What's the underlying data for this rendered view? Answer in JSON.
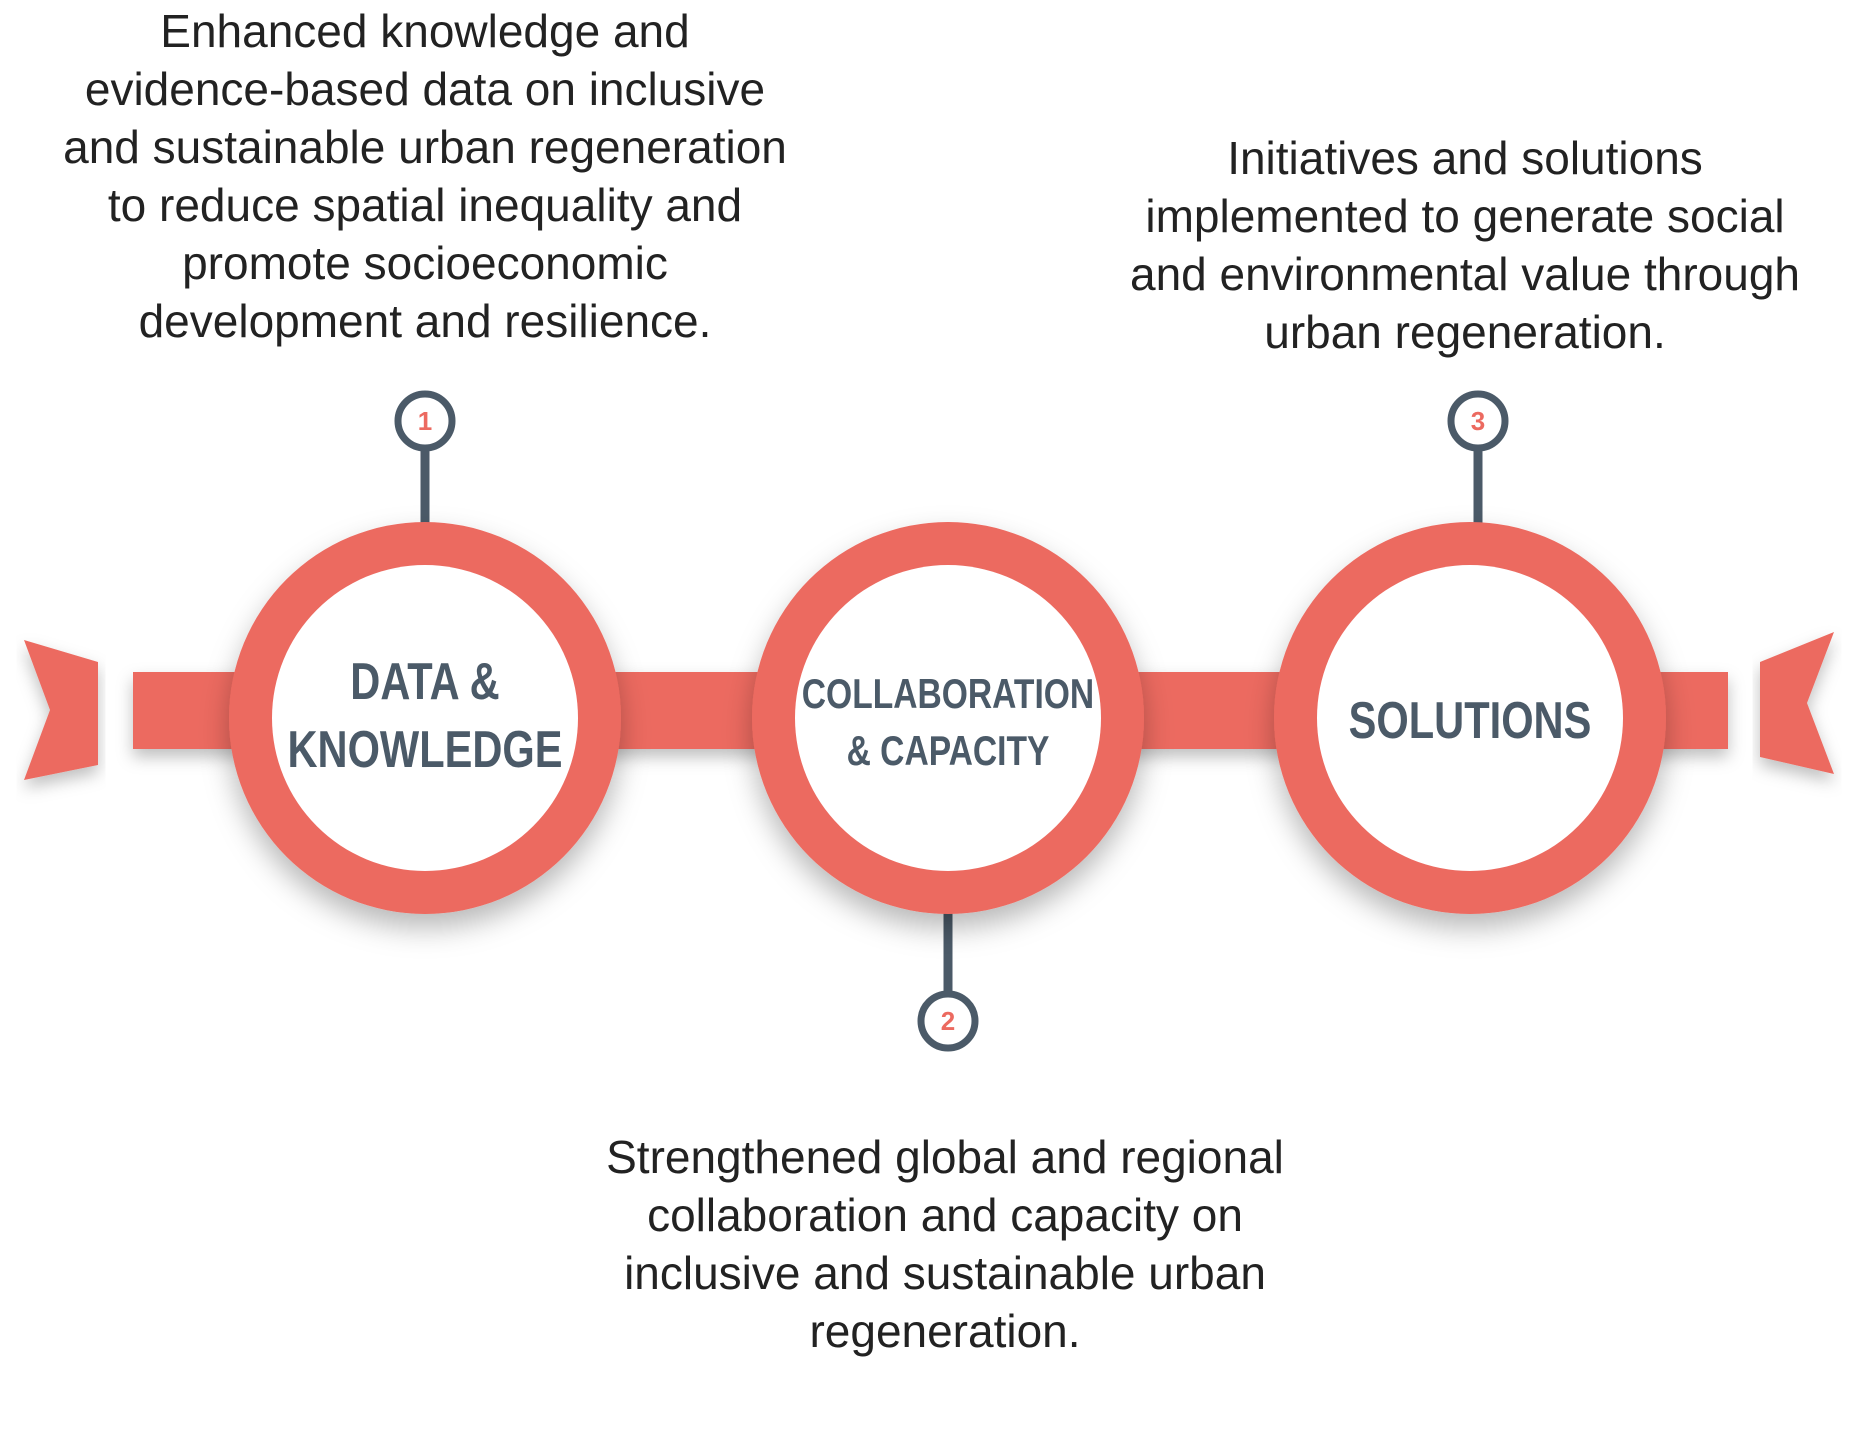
{
  "colors": {
    "accent": "#ec6a60",
    "dark": "#4b5a68",
    "text": "#222222",
    "background": "#ffffff"
  },
  "steps": [
    {
      "number": "1",
      "title_lines": [
        "DATA &",
        "KNOWLEDGE"
      ],
      "description_lines": [
        "Enhanced knowledge and",
        "evidence-based data on inclusive",
        "and sustainable urban regeneration",
        "to reduce spatial inequality and",
        "promote socioeconomic",
        "development and resilience."
      ]
    },
    {
      "number": "2",
      "title_lines": [
        "COLLABORATION",
        "& CAPACITY"
      ],
      "description_lines": [
        "Strengthened global and regional",
        "collaboration and capacity on",
        "inclusive and sustainable urban",
        "regeneration."
      ]
    },
    {
      "number": "3",
      "title_lines": [
        "SOLUTIONS"
      ],
      "description_lines": [
        "Initiatives and solutions",
        "implemented to generate social",
        "and environmental value through",
        "urban regeneration."
      ]
    }
  ]
}
